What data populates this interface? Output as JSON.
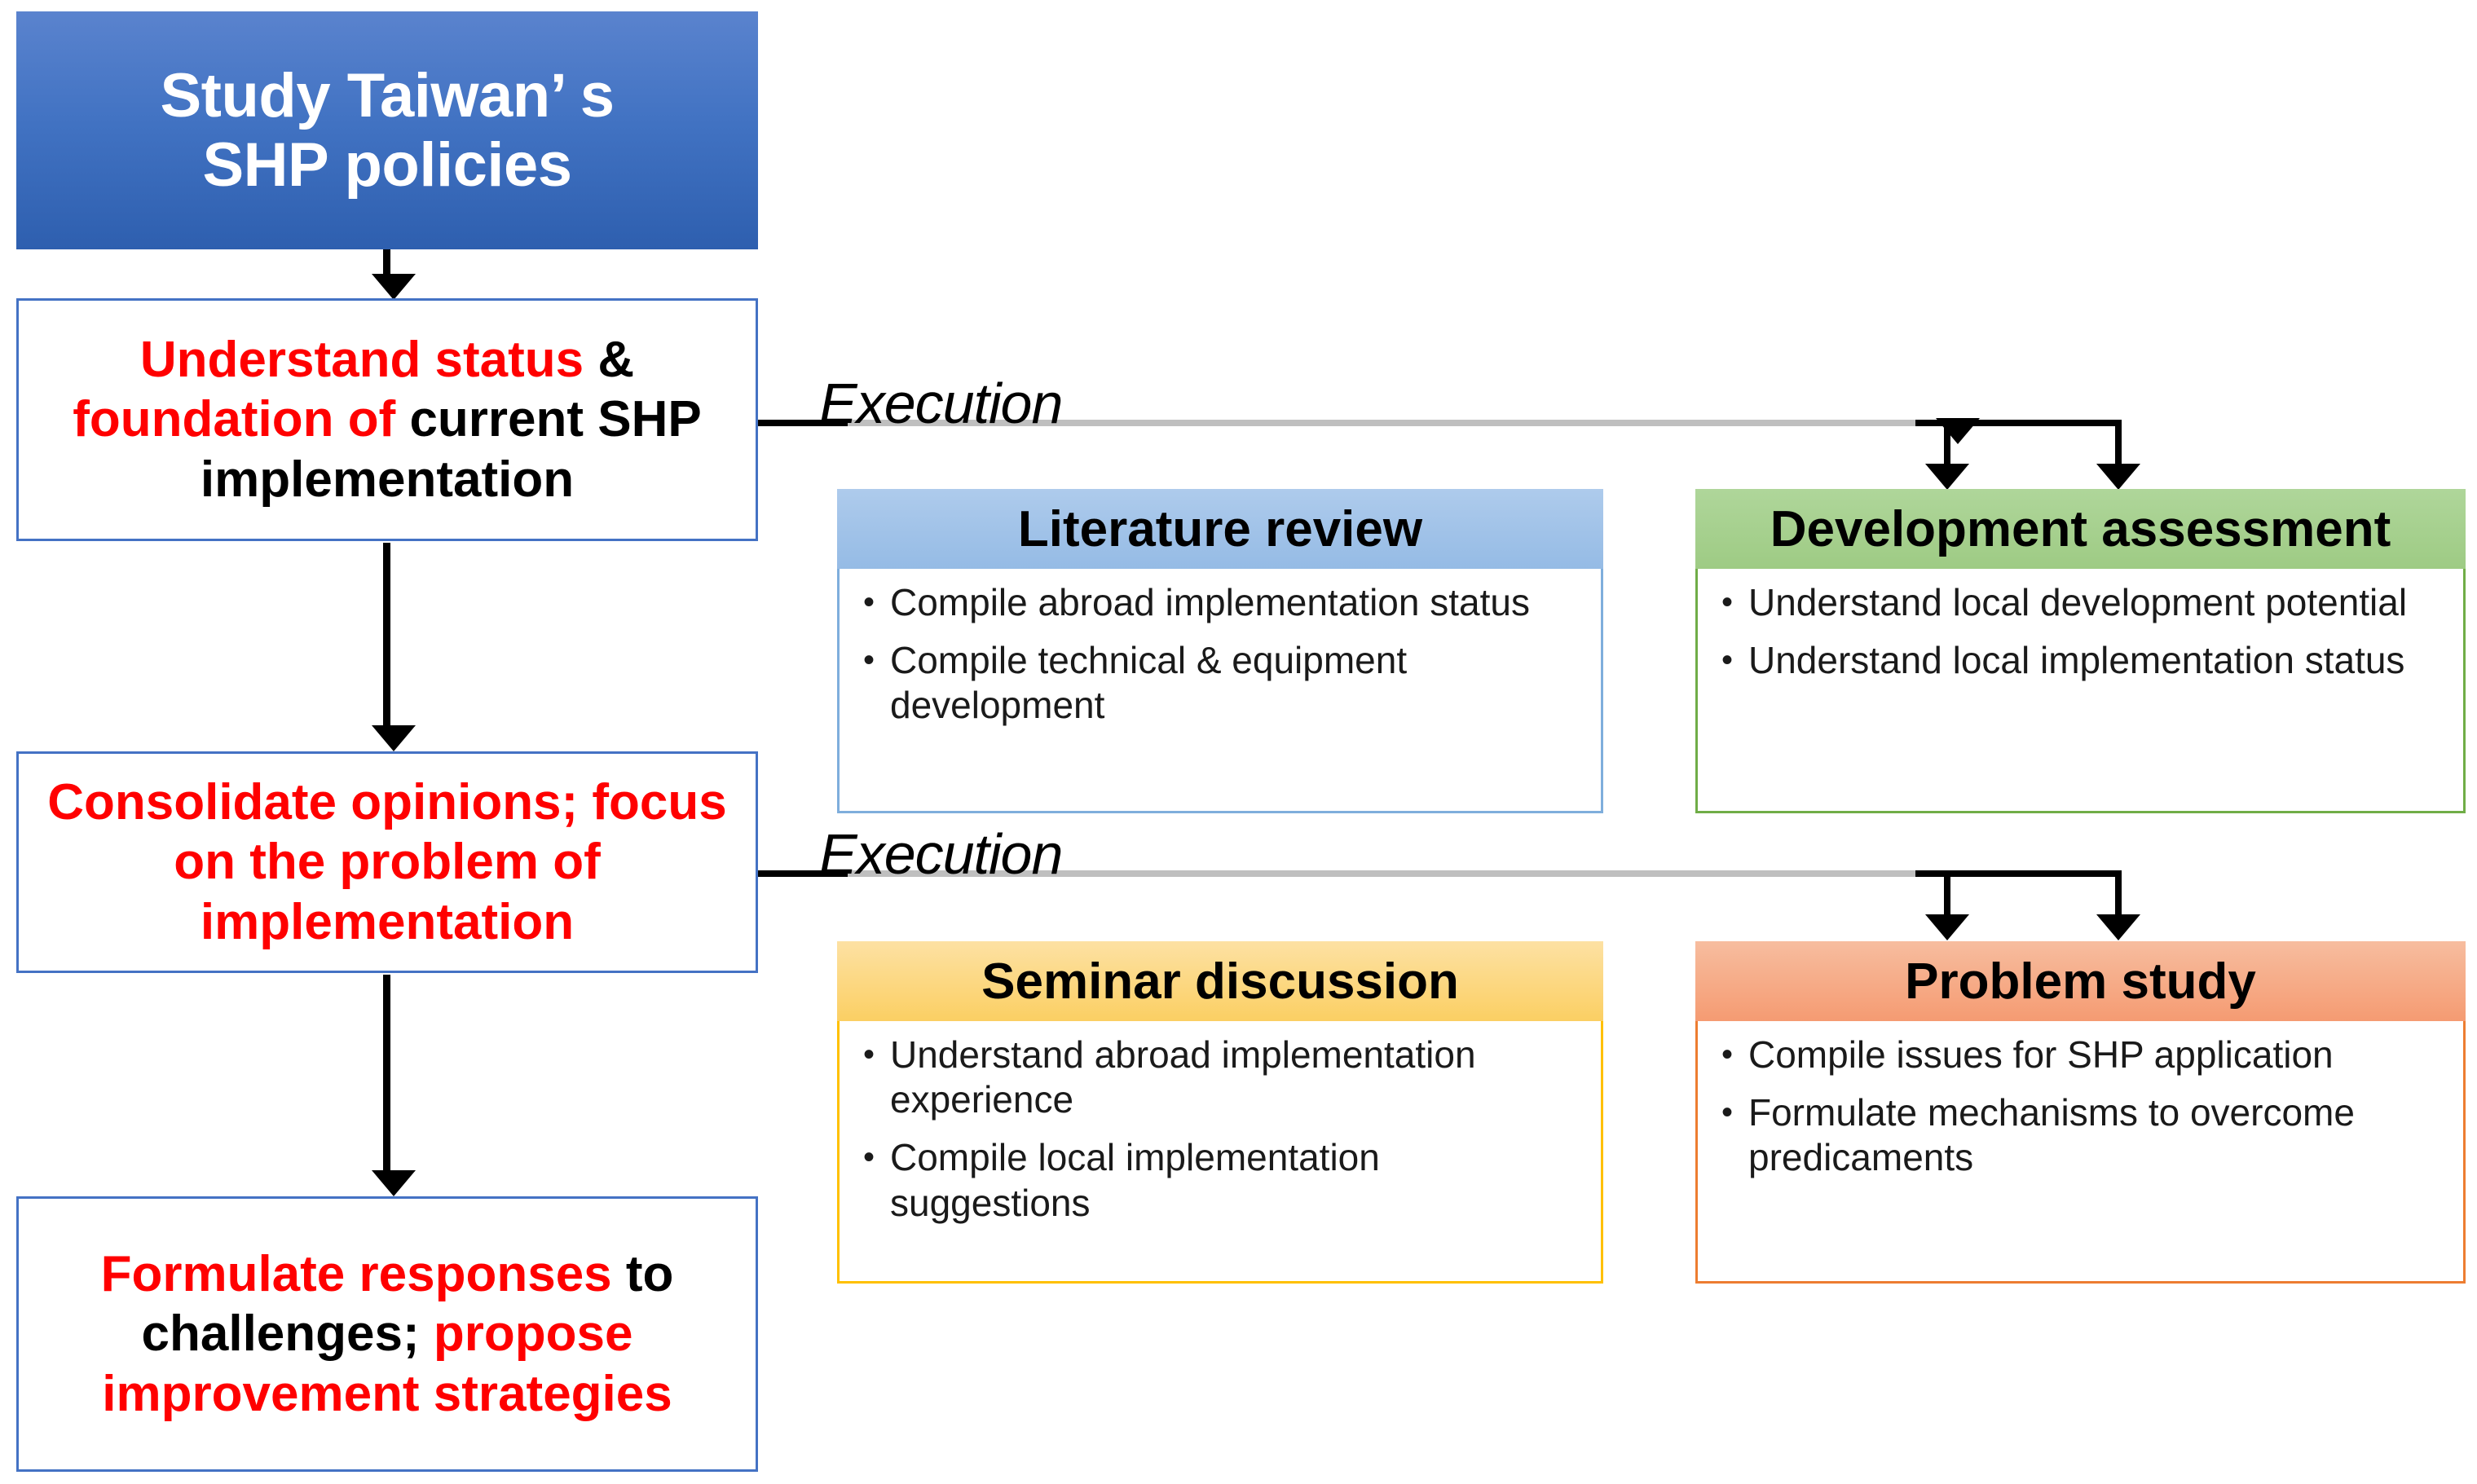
{
  "diagram": {
    "title": "Study Taiwan’ s SHP policies",
    "left_flow": [
      {
        "id": "title",
        "segments": [
          {
            "text": "Study Taiwan’ s",
            "color": "white"
          },
          {
            "text": "SHP policies",
            "color": "white"
          }
        ]
      },
      {
        "id": "step1",
        "segments": [
          {
            "text": "Understand status ",
            "color": "red"
          },
          {
            "text": "& ",
            "color": "black"
          },
          {
            "text": "foundation of ",
            "color": "red"
          },
          {
            "text": "current SHP implementation",
            "color": "black"
          }
        ]
      },
      {
        "id": "step2",
        "segments": [
          {
            "text": "Consolidate opinions; focus on the problem of implementation",
            "color": "red"
          }
        ]
      },
      {
        "id": "step3",
        "segments": [
          {
            "text": "Formulate responses ",
            "color": "red"
          },
          {
            "text": "to challenges; ",
            "color": "black"
          },
          {
            "text": "propose improvement strategies",
            "color": "red"
          }
        ]
      }
    ],
    "connectors": {
      "execution_label_1": "Execution",
      "execution_label_2": "Execution"
    },
    "cards": [
      {
        "id": "literature-review",
        "title": "Literature review",
        "accent": "#7FAEDC",
        "header_color": "#95BBE5",
        "bullets": [
          "Compile abroad implementation status",
          "Compile technical & equipment development"
        ]
      },
      {
        "id": "development-assessment",
        "title": "Development assessment",
        "accent": "#70AD47",
        "header_color": "#9ECB84",
        "bullets": [
          "Understand local development potential",
          "Understand local implementation status"
        ]
      },
      {
        "id": "seminar-discussion",
        "title": "Seminar discussion",
        "accent": "#FFC000",
        "header_color": "#FBCF63",
        "bullets": [
          "Understand abroad implementation experience",
          "Compile local implementation suggestions"
        ]
      },
      {
        "id": "problem-study",
        "title": "Problem study",
        "accent": "#ED7D31",
        "header_color": "#F59B72",
        "bullets": [
          "Compile issues for SHP application",
          "Formulate mechanisms to overcome predicaments"
        ]
      }
    ],
    "bullet_glyph": "•",
    "colors": {
      "title_box_top": "#5A83CE",
      "title_box_bottom": "#2E5FAF",
      "outline_blue": "#4472C4",
      "highlight_red": "#FF0000",
      "connector_black": "#000000",
      "connector_grey": "#BFBFBF"
    }
  }
}
